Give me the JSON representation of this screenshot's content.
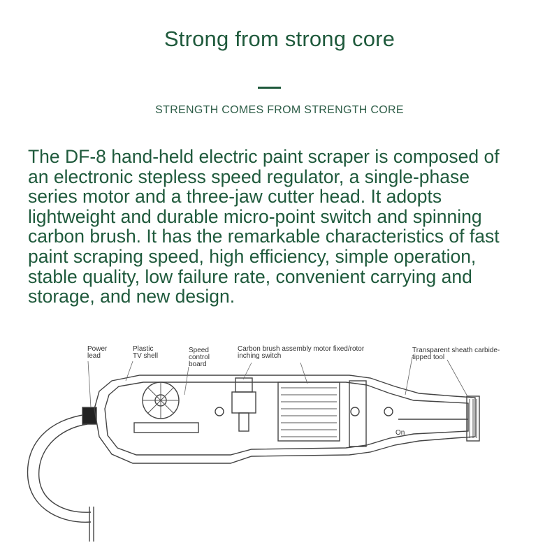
{
  "header": {
    "title": "Strong from strong core",
    "subtitle": "STRENGTH COMES FROM STRENGTH CORE"
  },
  "description": "The DF-8 hand-held electric paint scraper is composed of\nan electronic stepless speed regulator, a single-phase\nseries motor and a three-jaw cutter head. It adopts\nlightweight and durable micro-point switch and spinning\ncarbon brush. It has the remarkable characteristics of fast\npaint scraping speed, high efficiency, simple operation,\nstable quality, low failure rate, convenient carrying and\nstorage, and new design.",
  "diagram": {
    "labels": {
      "power_lead": "Power\nlead",
      "plastic_shell": "Plastic\nTV shell",
      "speed_board": "Speed\ncontrol\nboard",
      "carbon_brush": "Carbon brush assembly motor fixed/rotor\ninching switch",
      "sheath": "Transparent sheath carbide-\ntipped tool",
      "on": "On"
    }
  },
  "colors": {
    "accent": "#1f5a3c",
    "line": "#444444"
  }
}
